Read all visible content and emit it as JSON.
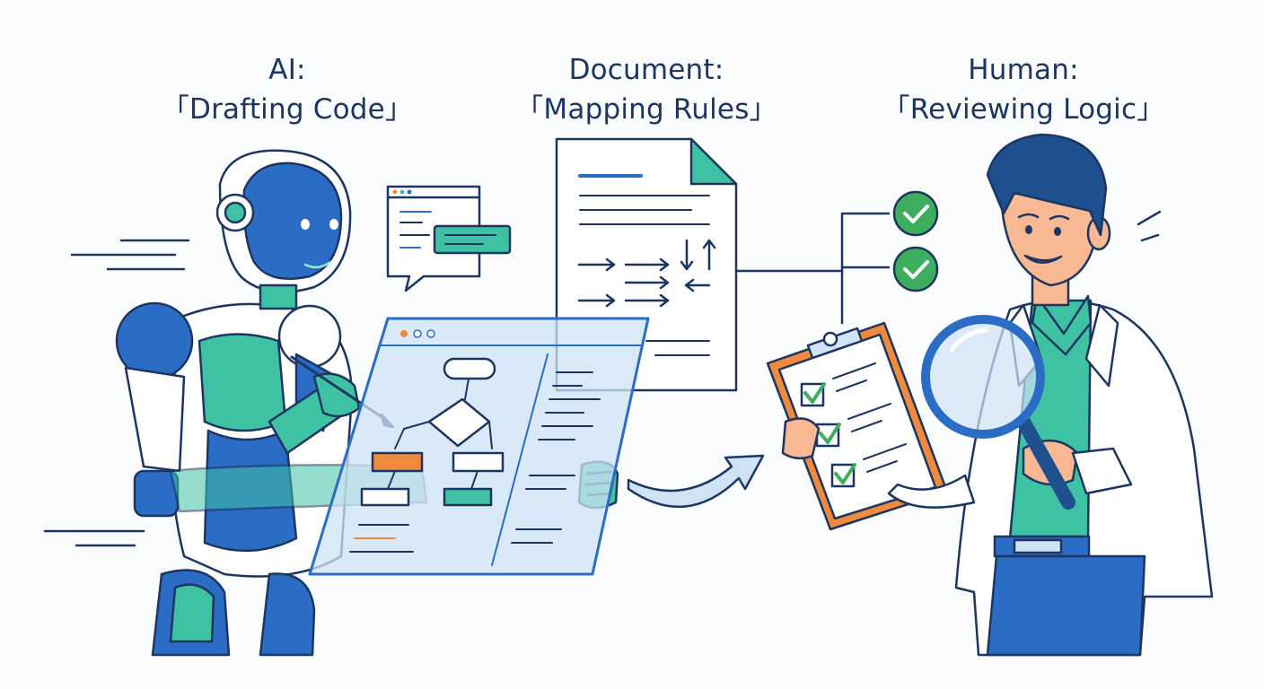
{
  "captions": {
    "ai": {
      "title": "AI:",
      "subtitle": "「Drafting Code」"
    },
    "document": {
      "title": "Document:",
      "subtitle": "「Mapping Rules」"
    },
    "human": {
      "title": "Human:",
      "subtitle": "「Reviewing Logic」"
    }
  },
  "colors": {
    "navy": "#1c3661",
    "blue": "#2b6cc4",
    "teal": "#3fc2a4",
    "orange": "#f08a3c",
    "green": "#3cae5e",
    "glass": "#cfe3f5"
  },
  "icons": [
    "robot-figure",
    "code-speech-bubble-icon",
    "flowchart-tablet-icon",
    "document-icon",
    "curved-arrow-icon",
    "check-circle-icon",
    "clipboard-icon",
    "magnifier-icon",
    "human-reviewer-figure"
  ]
}
